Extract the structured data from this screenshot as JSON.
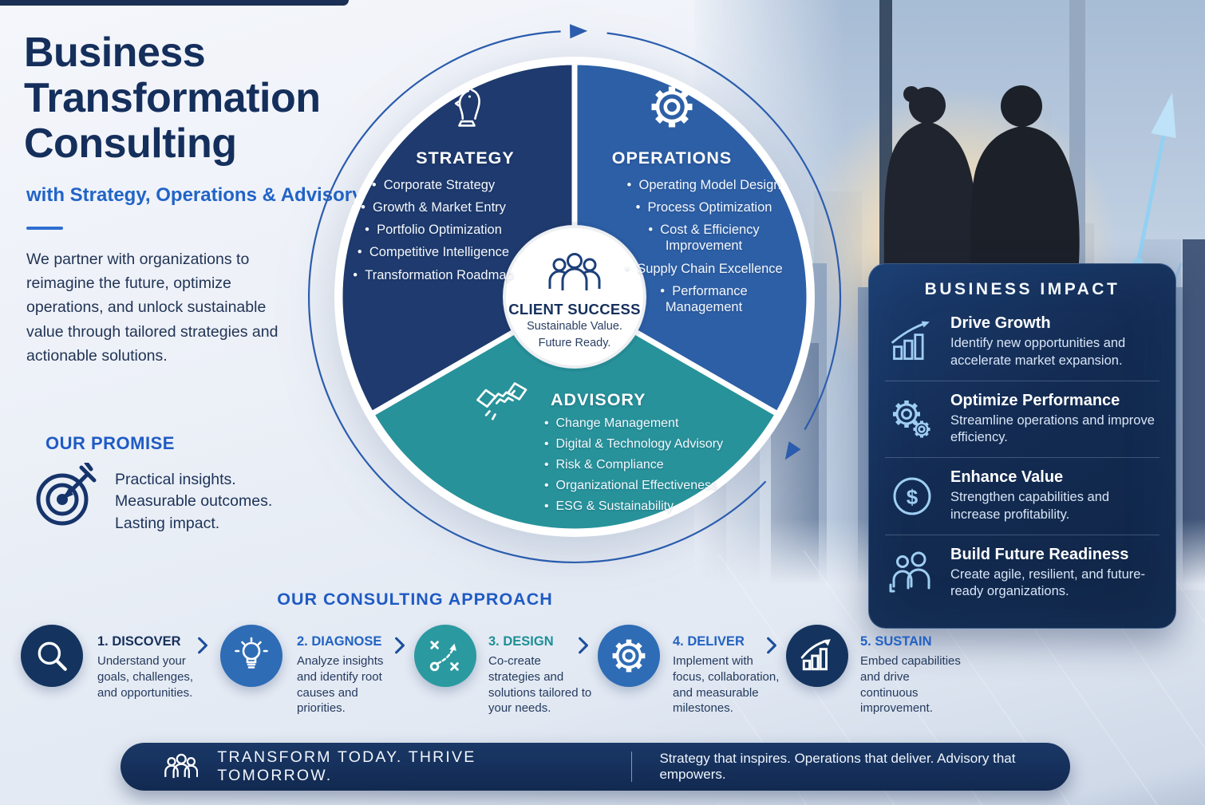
{
  "colors": {
    "navy": "#152f5c",
    "accent_blue": "#1f5bc4",
    "royal_blue": "#2e6cb5",
    "strategy_navy": "#1e3a6e",
    "operations_blue": "#2d5fa6",
    "advisory_teal": "#27929a",
    "panel_navy": "#132b52",
    "icon_light_blue": "#9fcef2"
  },
  "header": {
    "title_lines": [
      "Business",
      "Transformation",
      "Consulting"
    ],
    "subtitle": "with Strategy, Operations & Advisory",
    "intro": "We partner with organizations to reimagine the future, optimize operations, and unlock sustainable value through tailored strategies and actionable solutions."
  },
  "promise": {
    "heading": "OUR PROMISE",
    "icon": "target-icon",
    "lines": [
      "Practical insights.",
      "Measurable outcomes.",
      "Lasting impact."
    ]
  },
  "wheel": {
    "center": {
      "icon": "people-group-icon",
      "title": "CLIENT SUCCESS",
      "lines": [
        "Sustainable Value.",
        "Future Ready."
      ]
    },
    "segments": [
      {
        "title": "STRATEGY",
        "icon": "chess-knight-icon",
        "color": "#1e3a6e",
        "items": [
          "Corporate Strategy",
          "Growth & Market Entry",
          "Portfolio Optimization",
          "Competitive Intelligence",
          "Transformation Roadmap"
        ]
      },
      {
        "title": "OPERATIONS",
        "icon": "gear-icon",
        "color": "#2d5fa6",
        "items": [
          "Operating Model Design",
          "Process Optimization",
          "Cost & Efficiency Improvement",
          "Supply Chain Excellence",
          "Performance Management"
        ]
      },
      {
        "title": "ADVISORY",
        "icon": "handshake-icon",
        "color": "#27929a",
        "items": [
          "Change Management",
          "Digital & Technology Advisory",
          "Risk & Compliance",
          "Organizational Effectiveness",
          "ESG & Sustainability"
        ]
      }
    ]
  },
  "impact": {
    "heading": "BUSINESS IMPACT",
    "items": [
      {
        "icon": "growth-chart-icon",
        "title": "Drive Growth",
        "desc": "Identify new opportunities and accelerate market expansion."
      },
      {
        "icon": "gears-icon",
        "title": "Optimize Performance",
        "desc": "Streamline operations and improve efficiency."
      },
      {
        "icon": "dollar-circle-icon",
        "title": "Enhance Value",
        "desc": "Strengthen capabilities and increase profitability."
      },
      {
        "icon": "people-pair-icon",
        "title": "Build Future Readiness",
        "desc": "Create agile, resilient, and future-ready organizations."
      }
    ]
  },
  "approach": {
    "heading": "OUR CONSULTING APPROACH",
    "steps": [
      {
        "label": "1. DISCOVER",
        "icon": "magnifier-icon",
        "desc": "Understand your goals, challenges, and opportunities."
      },
      {
        "label": "2. DIAGNOSE",
        "icon": "lightbulb-icon",
        "desc": "Analyze insights and identify root causes and priorities."
      },
      {
        "label": "3. DESIGN",
        "icon": "strategy-play-icon",
        "desc": "Co-create strategies and solutions tailored to your needs."
      },
      {
        "label": "4. DELIVER",
        "icon": "gear-icon",
        "desc": "Implement with focus, collaboration, and measurable milestones."
      },
      {
        "label": "5. SUSTAIN",
        "icon": "bar-growth-icon",
        "desc": "Embed capabilities and drive continuous improvement."
      }
    ]
  },
  "banner": {
    "icon": "people-group-icon",
    "left": "TRANSFORM TODAY. THRIVE TOMORROW.",
    "right": "Strategy that inspires. Operations that deliver. Advisory that empowers."
  }
}
